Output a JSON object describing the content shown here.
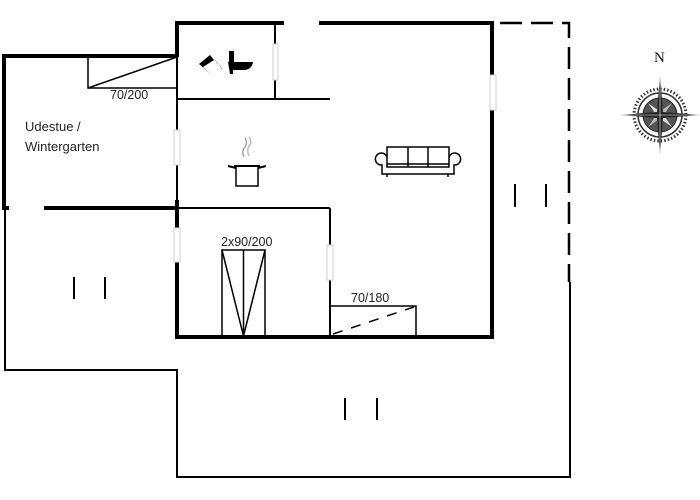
{
  "plan": {
    "room_label_line1": "Udestue /",
    "room_label_line2": "Wintergarten",
    "dimensions": {
      "stair_top": "70/200",
      "bed_double": "2x90/200",
      "bed_single": "70/180"
    },
    "compass": {
      "north_label": "N"
    },
    "icons": [
      "toilet-shower-icon",
      "cooking-pot-icon",
      "sofa-icon",
      "compass-rose-icon",
      "terrace-marker"
    ],
    "colors": {
      "wall": "#000000",
      "background": "#ffffff",
      "text": "#222222"
    }
  }
}
